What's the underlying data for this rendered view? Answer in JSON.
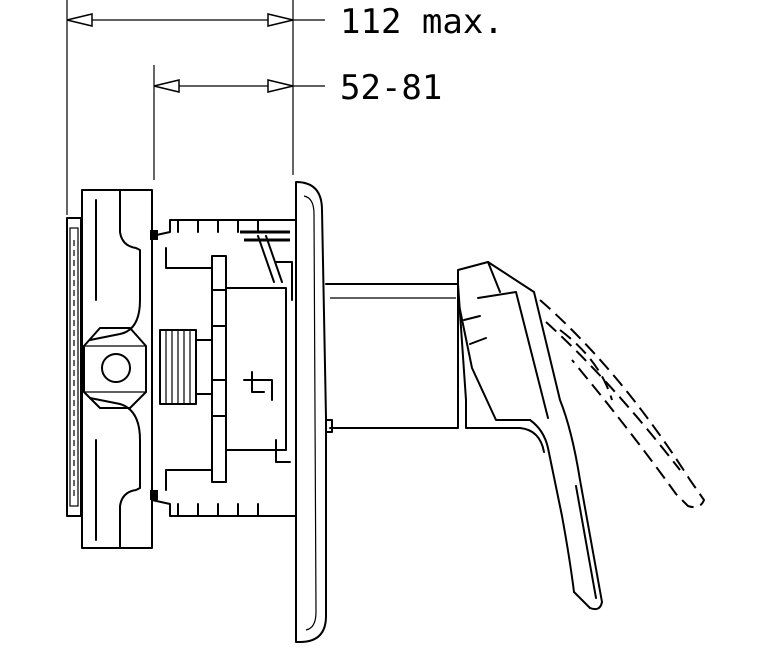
{
  "dimensions": [
    {
      "id": "overall",
      "label": "112 max."
    },
    {
      "id": "wall-range",
      "label": "52-81"
    }
  ],
  "colors": {
    "line": "#000000",
    "background": "#ffffff"
  }
}
